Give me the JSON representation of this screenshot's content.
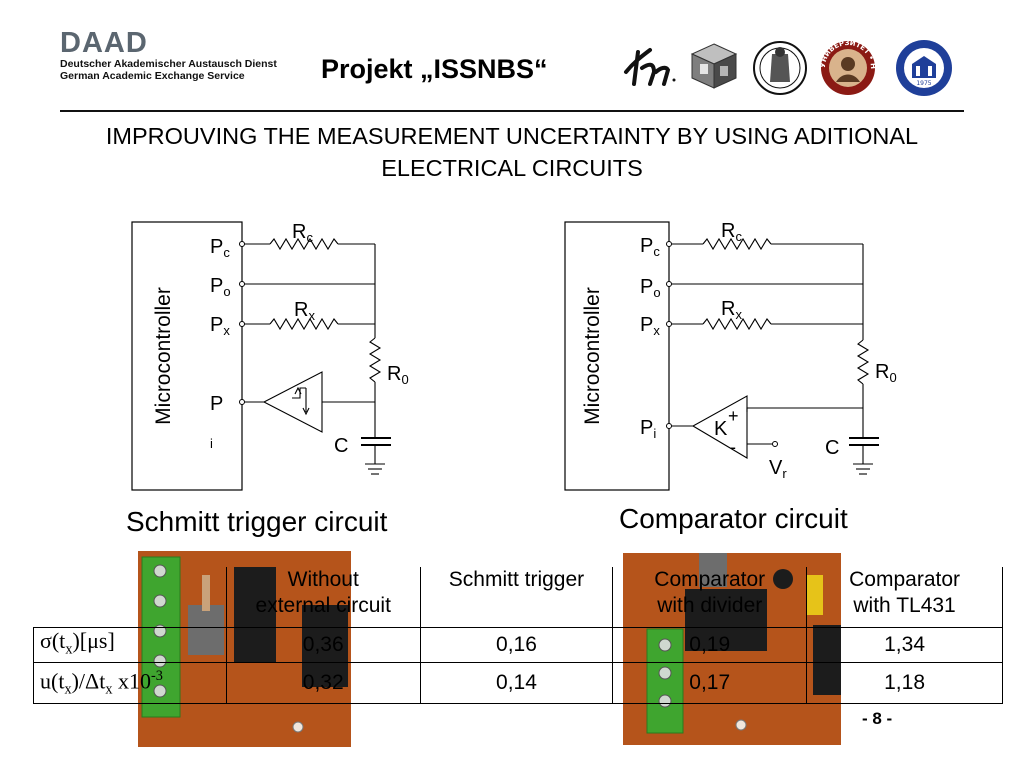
{
  "header": {
    "logo_word": "DAAD",
    "logo_line_de": "Deutscher Akademischer Austausch Dienst",
    "logo_line_en": "German Academic Exchange Service",
    "project_title": "Projekt „ISSNBS“",
    "partner_logos": [
      "tu-logo",
      "cube-logo",
      "university-seal-logo",
      "nis-university-seal-logo",
      "banja-luka-university-seal-logo"
    ],
    "nis_seal_text": "УНИВЕРЗИТЕТ • НИШ •",
    "banja_seal_year": "1975"
  },
  "heading": {
    "line1": "IMPROUVING THE MEASUREMENT UNCERTAINTY BY USING ADITIONAL",
    "line2": "ELECTRICAL CIRCUITS"
  },
  "schmitt_circuit": {
    "block_label": "Microcontroller",
    "pin_c": "P",
    "pin_c_sub": "c",
    "pin_o": "P",
    "pin_o_sub": "o",
    "pin_x": "P",
    "pin_x_sub": "x",
    "pin_i": "P",
    "pin_i_sub": "i",
    "rc": "R",
    "rc_sub": "c",
    "rx": "R",
    "rx_sub": "x",
    "r0": "R",
    "r0_sub": "0",
    "cap": "C",
    "caption": "Schmitt trigger circuit"
  },
  "comparator_circuit": {
    "block_label": "Microcontroller",
    "pin_c": "P",
    "pin_c_sub": "c",
    "pin_o": "P",
    "pin_o_sub": "o",
    "pin_x": "P",
    "pin_x_sub": "x",
    "pin_i": "P",
    "pin_i_sub": "i",
    "rc": "R",
    "rc_sub": "c",
    "rx": "R",
    "rx_sub": "x",
    "r0": "R",
    "r0_sub": "0",
    "cap": "C",
    "comp_label": "K",
    "plus": "+",
    "minus": "-",
    "vr": "V",
    "vr_sub": "r",
    "caption": "Comparator circuit"
  },
  "table": {
    "columns": [
      {
        "line1": "Without",
        "line2": "external circuit"
      },
      {
        "line1": "Schmitt trigger",
        "line2": ""
      },
      {
        "line1": "Comparator",
        "line2": "with divider"
      },
      {
        "line1": "Comparator",
        "line2": "with TL431"
      }
    ],
    "rows": [
      {
        "label_sigma": "σ",
        "label_a": "(t",
        "label_sub": "x",
        "label_b": ")[μs]",
        "values": [
          "0,36",
          "0,16",
          "0,19",
          "1,34"
        ]
      },
      {
        "label_a": "u(t",
        "label_sub": "x",
        "label_b": ")/Δt",
        "label_sub2": "x",
        "label_c": " x10",
        "label_sup": "-3",
        "values": [
          "0,32",
          "0,14",
          "0,17",
          "1,18"
        ]
      }
    ]
  },
  "page_number": "- 8 -",
  "colors": {
    "board": "#b5541b",
    "terminal_green": "#3fa52f",
    "chip": "#1c1c1c"
  }
}
